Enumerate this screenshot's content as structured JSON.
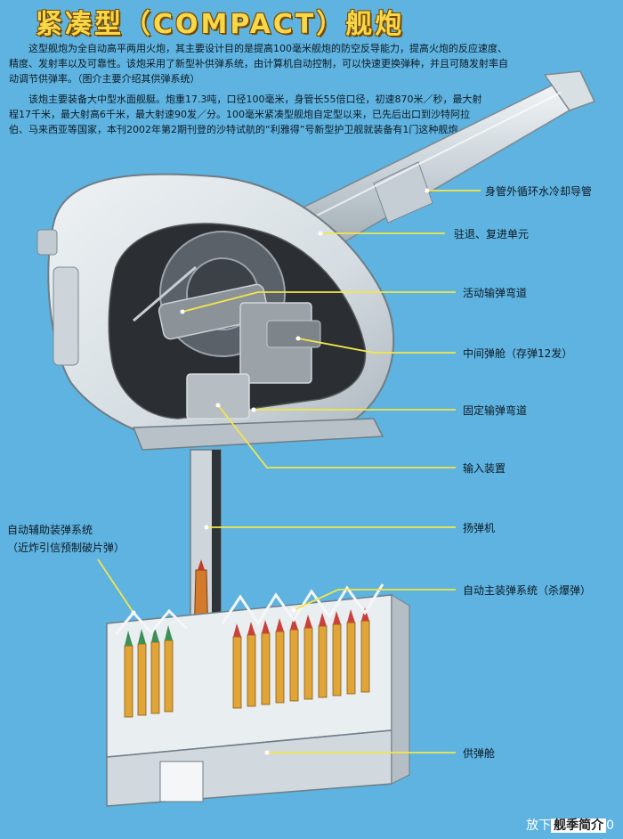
{
  "title": "紧凑型（COMPACT）舰炮",
  "paragraphs": [
    "这型舰炮为全自动高平两用火炮，其主要设计目的是提高100毫米舰炮的防空反导能力，提高火炮的反应速度、精度、发射率以及可靠性。该炮采用了新型补供弹系统，由计算机自动控制，可以快速更换弹种，并且可随发射率自动调节供弹率。（图介主要介绍其供弹系统）",
    "该炮主要装备大中型水面舰艇。炮重17.3吨，口径100毫米，身管长55倍口径，初速870米／秒，最大射程17千米，最大射高6千米，最大射速90发／分。100毫米紧凑型舰炮自定型以来，已先后出口到沙特阿拉伯、马来西亚等国家，本刊2002年第2期刊登的沙特试航的“利雅得”号新型护卫舰就装备有1门这种舰炮。"
  ],
  "labels": {
    "barrel_cooling": "身管外循环水冷却导管",
    "recoil_unit": "驻退、复进单元",
    "movable_chute": "活动输弹弯道",
    "intermediate_magazine": "中间弹舱（存弹12发）",
    "fixed_chute": "固定输弹弯道",
    "input_device": "输入装置",
    "hoist": "扬弹机",
    "aux_loading_line1": "自动辅助装弹系统",
    "aux_loading_line2": "（近炸引信预制破片弹）",
    "main_loading": "自动主装弹系统（杀爆弹）",
    "magazine": "供弹舱"
  },
  "watermark": {
    "prefix": "放下",
    "boxed": "舰季简介",
    "suffix": "0"
  },
  "colors": {
    "background": "#5eb3e0",
    "title": "#f6d84a",
    "turret": "#dfe6ea",
    "leader": "#f3e64a"
  }
}
